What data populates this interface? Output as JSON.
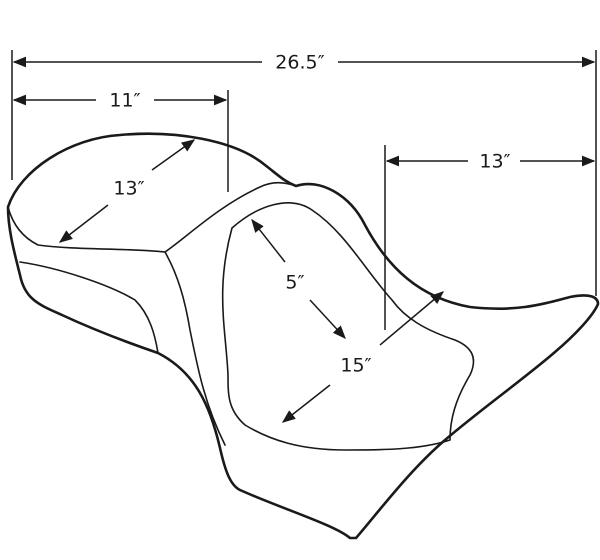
{
  "diagram": {
    "dimensions": {
      "overall_length": "26.5″",
      "rider_length": "11″",
      "passenger_width": "13″",
      "passenger_length": "13″",
      "rider_depth": "5″",
      "rider_width": "15″"
    }
  }
}
